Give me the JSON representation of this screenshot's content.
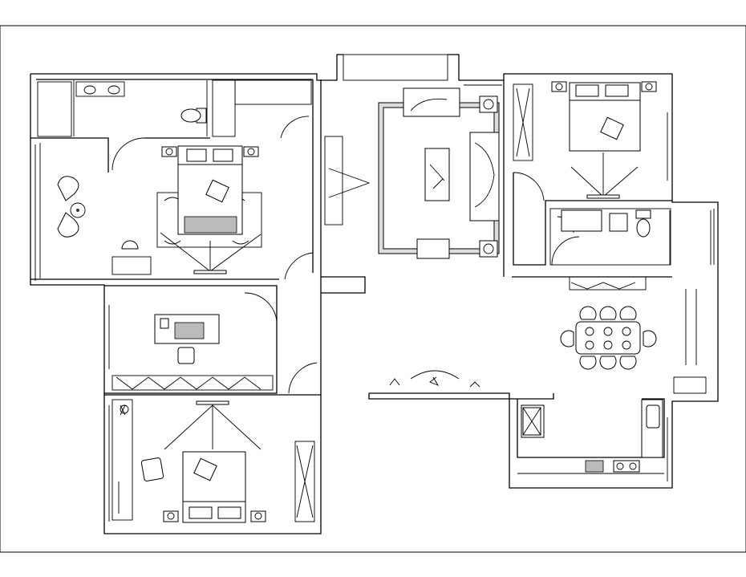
{
  "drawing": {
    "type": "floor-plan",
    "colors": {
      "background": "#ffffff",
      "line": "#000000",
      "counter_fill": "#bbbbbb"
    },
    "rooms": [
      "master-bedroom",
      "bathroom",
      "study",
      "second-bedroom",
      "living-room",
      "third-bedroom",
      "bathroom-2",
      "dining-room",
      "kitchen",
      "balcony"
    ],
    "icons": [
      "bed-icon",
      "armchair-icon",
      "sofa-icon",
      "table-icon",
      "toilet-icon",
      "sink-icon",
      "stove-icon",
      "wardrobe-icon",
      "plant-icon",
      "dining-table-icon"
    ]
  }
}
